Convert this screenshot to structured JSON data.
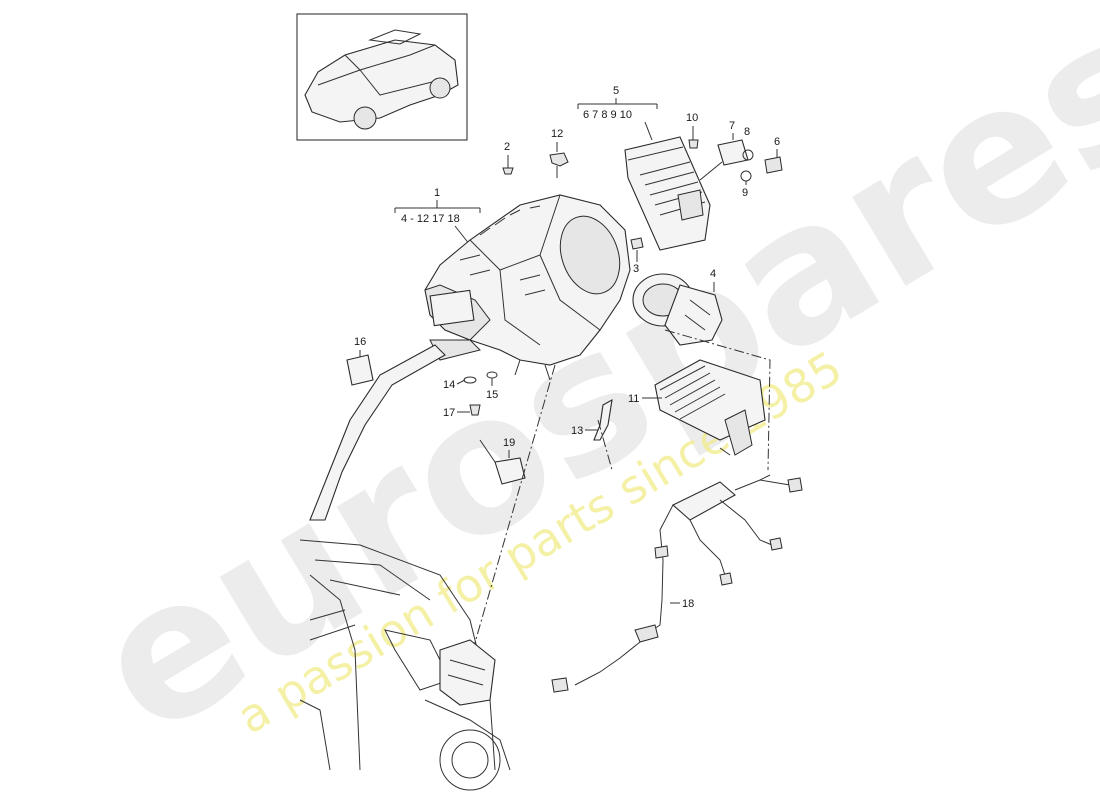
{
  "watermark": {
    "brand": "eurospares",
    "tagline": "a passion for parts since 1985"
  },
  "labels": {
    "l1": "1",
    "l1_range": "4 - 12  17 18",
    "l2": "2",
    "l3": "3",
    "l4": "4",
    "l5": "5",
    "l5_range": "6 7 8 9 10",
    "l6": "6",
    "l7": "7",
    "l8": "8",
    "l9": "9",
    "l10": "10",
    "l11": "11",
    "l12": "12",
    "l13": "13",
    "l14": "14",
    "l15": "15",
    "l16": "16",
    "l17": "17",
    "l18": "18",
    "l19": "19"
  }
}
